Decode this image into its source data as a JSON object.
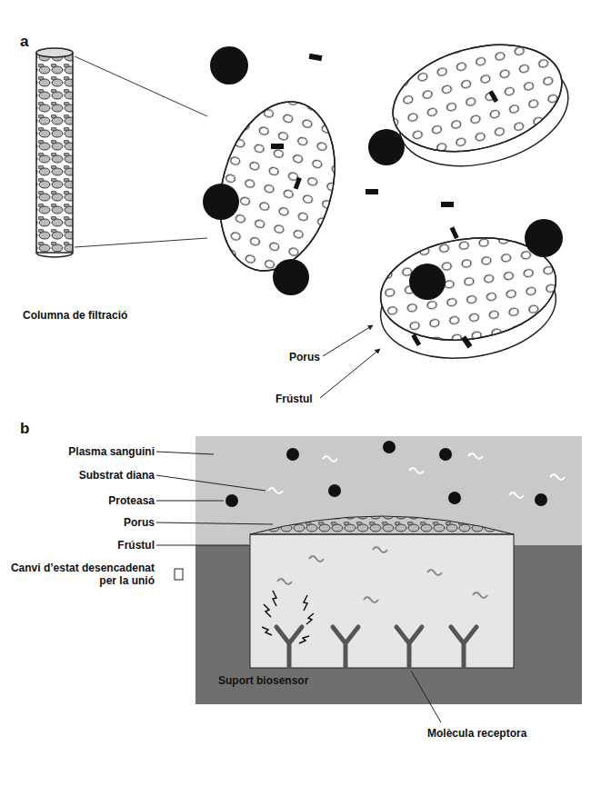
{
  "diagram": {
    "labels": [
      "a",
      "Porus",
      "Frústul",
      "Columna de filtració",
      "b",
      "Plasma sanguini",
      "Substrat diana",
      "Proteasa",
      "Porus",
      "Frústul",
      "Canvi d’estat desencadenat per la unió",
      "Suport biosensor",
      "Molècula receptora"
    ]
  }
}
